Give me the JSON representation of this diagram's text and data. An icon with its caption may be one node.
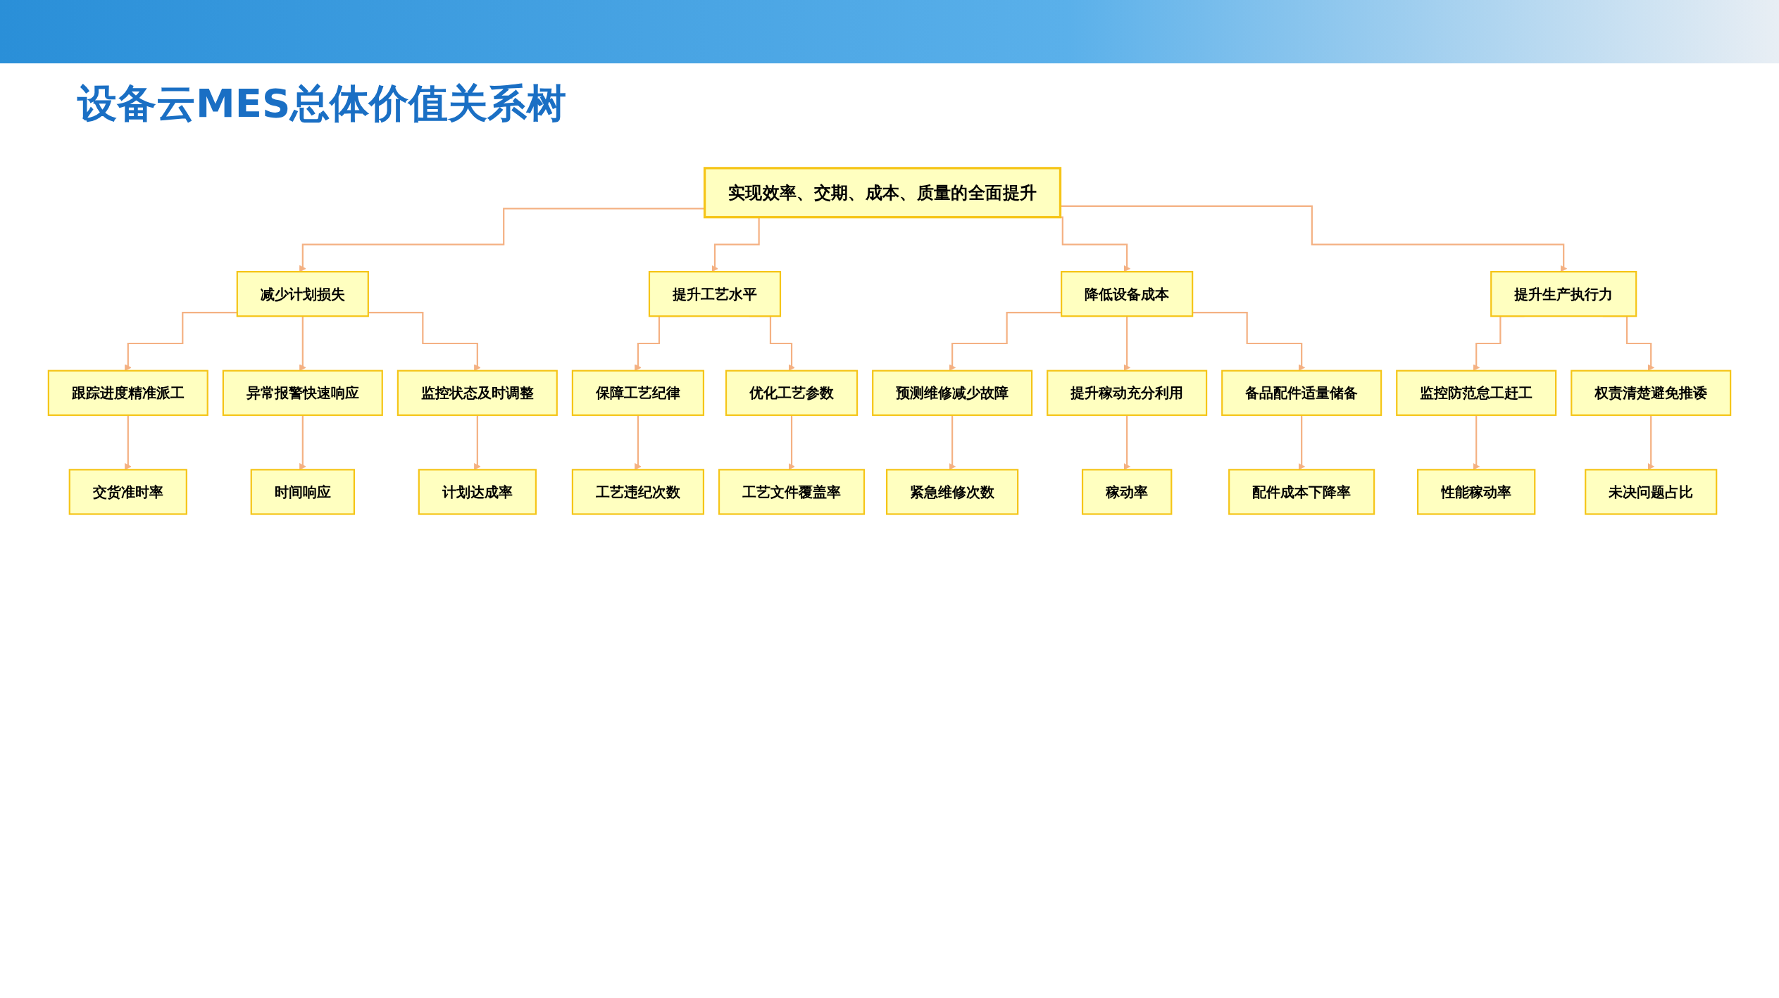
{
  "diagram": {
    "title": "设备云MES总体价值关系树",
    "nodes": [
      {
        "text": [
          "实现效率、交期、成本、质量的全面提升"
        ]
      },
      {
        "text": [
          "减少计划损失"
        ]
      },
      {
        "text": [
          "提升工艺水平"
        ]
      },
      {
        "text": [
          "降低设备成本"
        ]
      },
      {
        "text": [
          "提升生产执行力"
        ]
      },
      {
        "text": [
          "跟踪进度精准派工"
        ]
      },
      {
        "text": [
          "异常报警快速响应"
        ]
      },
      {
        "text": [
          "监控状态及时调整"
        ]
      },
      {
        "text": [
          "保障工艺纪律"
        ]
      },
      {
        "text": [
          "优化工艺参数"
        ]
      },
      {
        "text": [
          "预测维修减少故障"
        ]
      },
      {
        "text": [
          "提升稼动充分利用"
        ]
      },
      {
        "text": [
          "备品配件适量储备"
        ]
      },
      {
        "text": [
          "监控防范怠工赶工"
        ]
      },
      {
        "text": [
          "权责清楚避免推诿"
        ]
      },
      {
        "text": [
          "交货准时率"
        ]
      },
      {
        "text": [
          "时间响应"
        ]
      },
      {
        "text": [
          "计划达成率"
        ]
      },
      {
        "text": [
          "工艺违纪次数"
        ]
      },
      {
        "text": [
          "工艺文件覆盖率"
        ]
      },
      {
        "text": [
          "紧急维修次数"
        ]
      },
      {
        "text": [
          "稼动率"
        ]
      },
      {
        "text": [
          "配件成本下降率"
        ]
      },
      {
        "text": [
          "性能稼动率"
        ]
      },
      {
        "text": [
          "未决问题占比"
        ]
      }
    ],
    "edges": [
      {
        "from": 0,
        "to": 1,
        "arrow": "to"
      },
      {
        "from": 0,
        "to": 2,
        "arrow": "to"
      },
      {
        "from": 0,
        "to": 3,
        "arrow": "to"
      },
      {
        "from": 0,
        "to": 4,
        "arrow": "to"
      },
      {
        "from": 1,
        "to": 5,
        "arrow": "to"
      },
      {
        "from": 1,
        "to": 6,
        "arrow": "to"
      },
      {
        "from": 1,
        "to": 7,
        "arrow": "to"
      },
      {
        "from": 2,
        "to": 8,
        "arrow": "to"
      },
      {
        "from": 2,
        "to": 9,
        "arrow": "to"
      },
      {
        "from": 3,
        "to": 10,
        "arrow": "to"
      },
      {
        "from": 3,
        "to": 11,
        "arrow": "to"
      },
      {
        "from": 3,
        "to": 12,
        "arrow": "to"
      },
      {
        "from": 4,
        "to": 13,
        "arrow": "to"
      },
      {
        "from": 4,
        "to": 14,
        "arrow": "to"
      },
      {
        "from": 5,
        "to": 15,
        "arrow": "to"
      },
      {
        "from": 6,
        "to": 16,
        "arrow": "to"
      },
      {
        "from": 7,
        "to": 17,
        "arrow": "to"
      },
      {
        "from": 8,
        "to": 18,
        "arrow": "to"
      },
      {
        "from": 9,
        "to": 19,
        "arrow": "to"
      },
      {
        "from": 10,
        "to": 20,
        "arrow": "to"
      },
      {
        "from": 11,
        "to": 21,
        "arrow": "to"
      },
      {
        "from": 12,
        "to": 22,
        "arrow": "to"
      },
      {
        "from": 13,
        "to": 23,
        "arrow": "to"
      },
      {
        "from": 14,
        "to": 24,
        "arrow": "to"
      }
    ]
  }
}
